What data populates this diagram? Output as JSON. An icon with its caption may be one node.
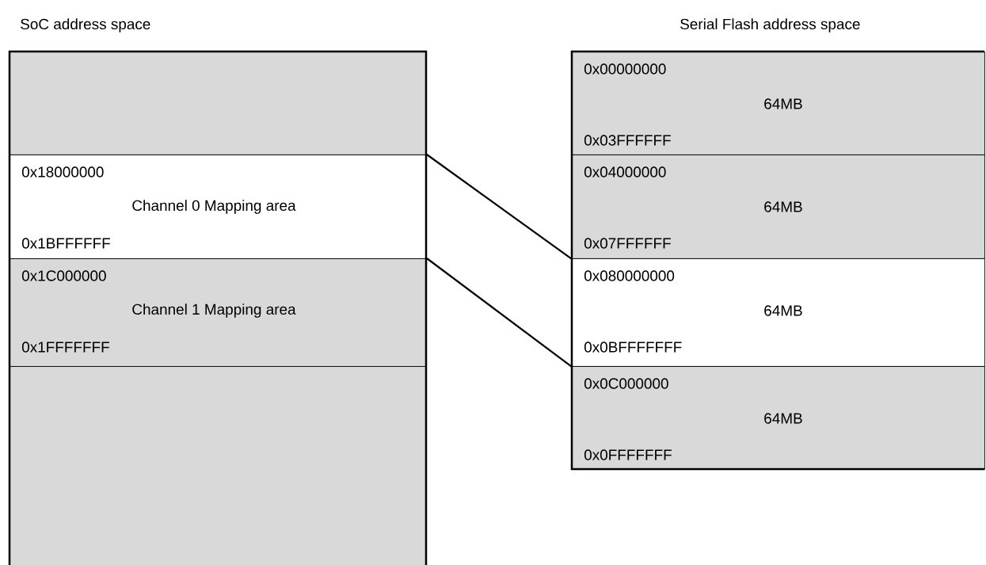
{
  "diagram": {
    "nodes": [
      {
        "text": [],
        "shape": "box"
      },
      {
        "text": [
          "0x18000000",
          "Channel 0 Mapping area",
          "0x1BFFFFFF"
        ]
      },
      {
        "text": [
          "0x1C000000",
          "Channel 1 Mapping area",
          "0x1FFFFFFF"
        ]
      },
      {
        "text": [],
        "shape": "box"
      },
      {
        "text": [
          "0x00000000",
          "64MB",
          "0x03FFFFFF"
        ]
      },
      {
        "text": [
          "0x04000000",
          "64MB",
          "0x07FFFFFF"
        ]
      },
      {
        "text": [
          "0x080000000",
          "64MB",
          "0x0BFFFFFFF"
        ]
      },
      {
        "text": [
          "0x0C000000",
          "64MB",
          "0x0FFFFFFF"
        ]
      }
    ],
    "edges": [
      {
        "from": 1,
        "to": 5,
        "arrow": "none"
      },
      {
        "from": 2,
        "to": 6,
        "arrow": "none"
      }
    ],
    "labels": [
      "SoC address space",
      "Serial Flash address space"
    ]
  }
}
